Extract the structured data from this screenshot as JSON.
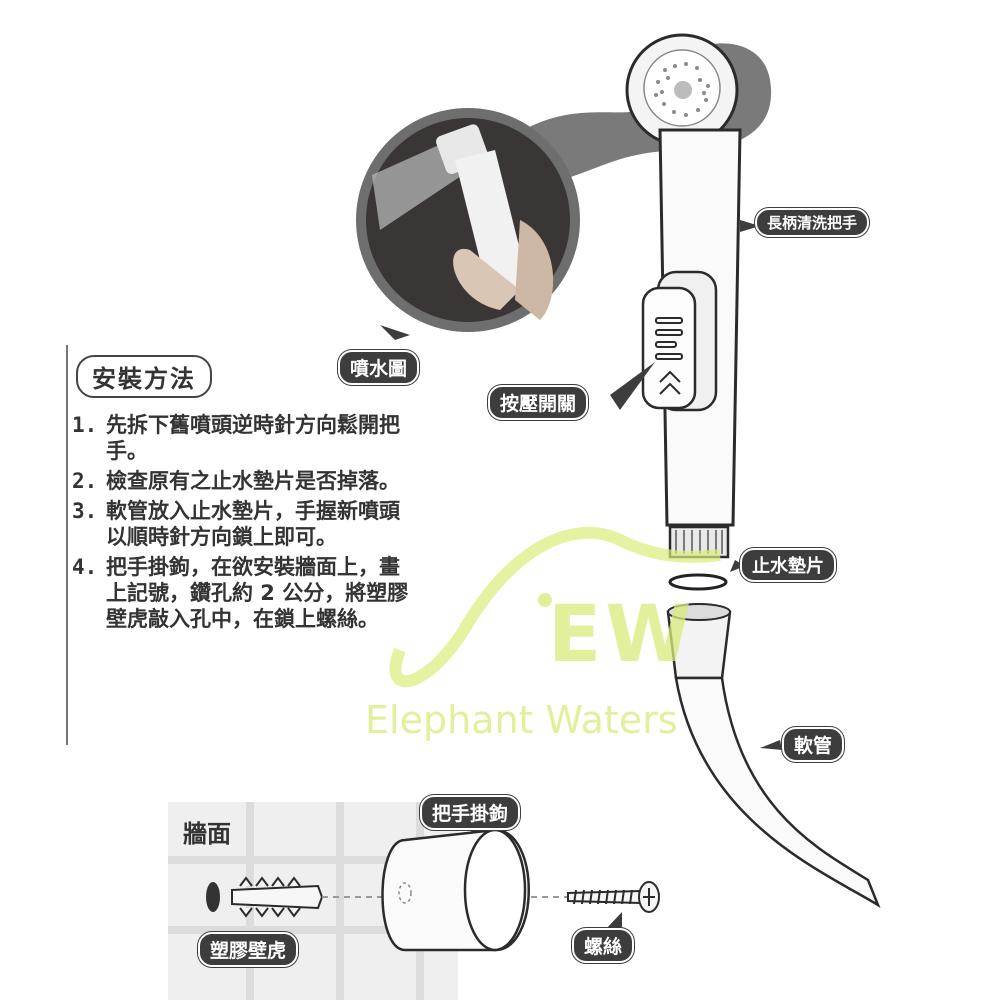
{
  "labels": {
    "handle": "長柄清洗把手",
    "spray_view": "噴水圖",
    "press_switch": "按壓開關",
    "washer": "止水墊片",
    "hose": "軟管",
    "hook": "把手掛鉤",
    "wall": "牆面",
    "anchor": "塑膠壁虎",
    "screw": "螺絲"
  },
  "instructions": {
    "title": "安裝方法",
    "steps": [
      {
        "num": "1.",
        "text": "先拆下舊噴頭逆時針方向鬆開把手。"
      },
      {
        "num": "2.",
        "text": "檢查原有之止水墊片是否掉落。"
      },
      {
        "num": "3.",
        "text": "軟管放入止水墊片，手握新噴頭以順時針方向鎖上即可。"
      },
      {
        "num": "4.",
        "text": "把手掛鉤，在欲安裝牆面上，畫上記號，鑽孔約 2 公分，將塑膠壁虎敲入孔中，在鎖上螺絲。"
      }
    ]
  },
  "watermark": {
    "monogram": "EW",
    "brand": "Elephant Waters"
  },
  "colors": {
    "label_bg": "#3d3d3d",
    "watermark": "#d9ec7a",
    "outline": "#2b2b2b"
  }
}
